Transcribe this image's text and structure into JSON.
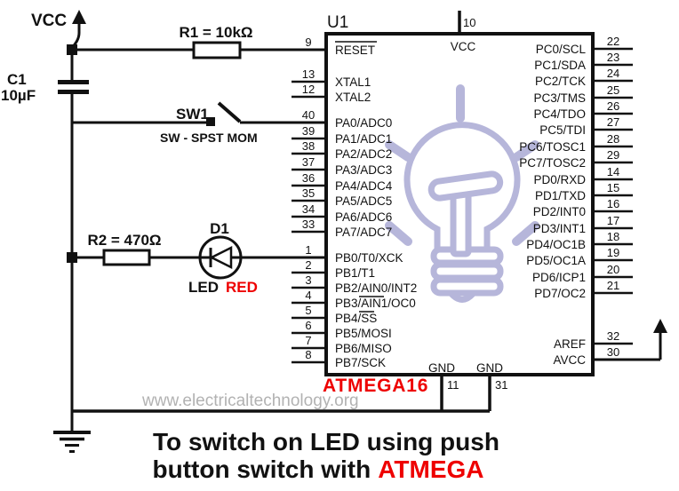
{
  "labels": {
    "vcc": "VCC",
    "r1": "R1 = 10kΩ",
    "c1_ref": "C1",
    "c1_value": "10µF",
    "sw1_ref": "SW1",
    "sw1_type": "SW - SPST MOM",
    "r2": "R2 = 470Ω",
    "d1_ref": "D1",
    "led_black": "LED",
    "led_red": "RED"
  },
  "ic": {
    "designator": "U1",
    "part": "ATMEGA16",
    "top_pin": {
      "num": "10",
      "label": "VCC"
    },
    "bottom_pins": [
      {
        "num": "11",
        "label": "GND"
      },
      {
        "num": "31",
        "label": "GND"
      }
    ],
    "left_pins": [
      {
        "num": "9",
        "label": "RESET"
      },
      {
        "num": "13",
        "label": "XTAL1"
      },
      {
        "num": "12",
        "label": "XTAL2"
      },
      {
        "num": "40",
        "label": "PA0/ADC0"
      },
      {
        "num": "39",
        "label": "PA1/ADC1"
      },
      {
        "num": "38",
        "label": "PA2/ADC2"
      },
      {
        "num": "37",
        "label": "PA3/ADC3"
      },
      {
        "num": "36",
        "label": "PA4/ADC4"
      },
      {
        "num": "35",
        "label": "PA5/ADC5"
      },
      {
        "num": "34",
        "label": "PA6/ADC6"
      },
      {
        "num": "33",
        "label": "PA7/ADC7"
      },
      {
        "num": "1",
        "label": "PB0/T0/XCK"
      },
      {
        "num": "2",
        "label": "PB1/T1"
      },
      {
        "num": "3",
        "label": "PB2/AIN0/INT2"
      },
      {
        "num": "4",
        "label": "PB3/AIN1/OC0"
      },
      {
        "num": "5",
        "label": "PB4/SS"
      },
      {
        "num": "6",
        "label": "PB5/MOSI"
      },
      {
        "num": "7",
        "label": "PB6/MISO"
      },
      {
        "num": "8",
        "label": "PB7/SCK"
      }
    ],
    "right_pins": [
      {
        "num": "22",
        "label": "PC0/SCL"
      },
      {
        "num": "23",
        "label": "PC1/SDA"
      },
      {
        "num": "24",
        "label": "PC2/TCK"
      },
      {
        "num": "25",
        "label": "PC3/TMS"
      },
      {
        "num": "26",
        "label": "PC4/TDO"
      },
      {
        "num": "27",
        "label": "PC5/TDI"
      },
      {
        "num": "28",
        "label": "PC6/TOSC1"
      },
      {
        "num": "29",
        "label": "PC7/TOSC2"
      },
      {
        "num": "14",
        "label": "PD0/RXD"
      },
      {
        "num": "15",
        "label": "PD1/TXD"
      },
      {
        "num": "16",
        "label": "PD2/INT0"
      },
      {
        "num": "17",
        "label": "PD3/INT1"
      },
      {
        "num": "18",
        "label": "PD4/OC1B"
      },
      {
        "num": "19",
        "label": "PD5/OC1A"
      },
      {
        "num": "20",
        "label": "PD6/ICP1"
      },
      {
        "num": "21",
        "label": "PD7/OC2"
      },
      {
        "num": "32",
        "label": "AREF"
      },
      {
        "num": "30",
        "label": "AVCC"
      }
    ]
  },
  "watermark": "www.electricaltechnology.org",
  "caption": {
    "line1": "To switch on LED using push",
    "line2_black": "button switch with",
    "line2_red": "ATMEGA"
  },
  "colors": {
    "accent_red": "#ee0000",
    "line_black": "#111111",
    "watermark_gray": "#b2b2b2",
    "bulb_lavender": "#b6b6da"
  }
}
